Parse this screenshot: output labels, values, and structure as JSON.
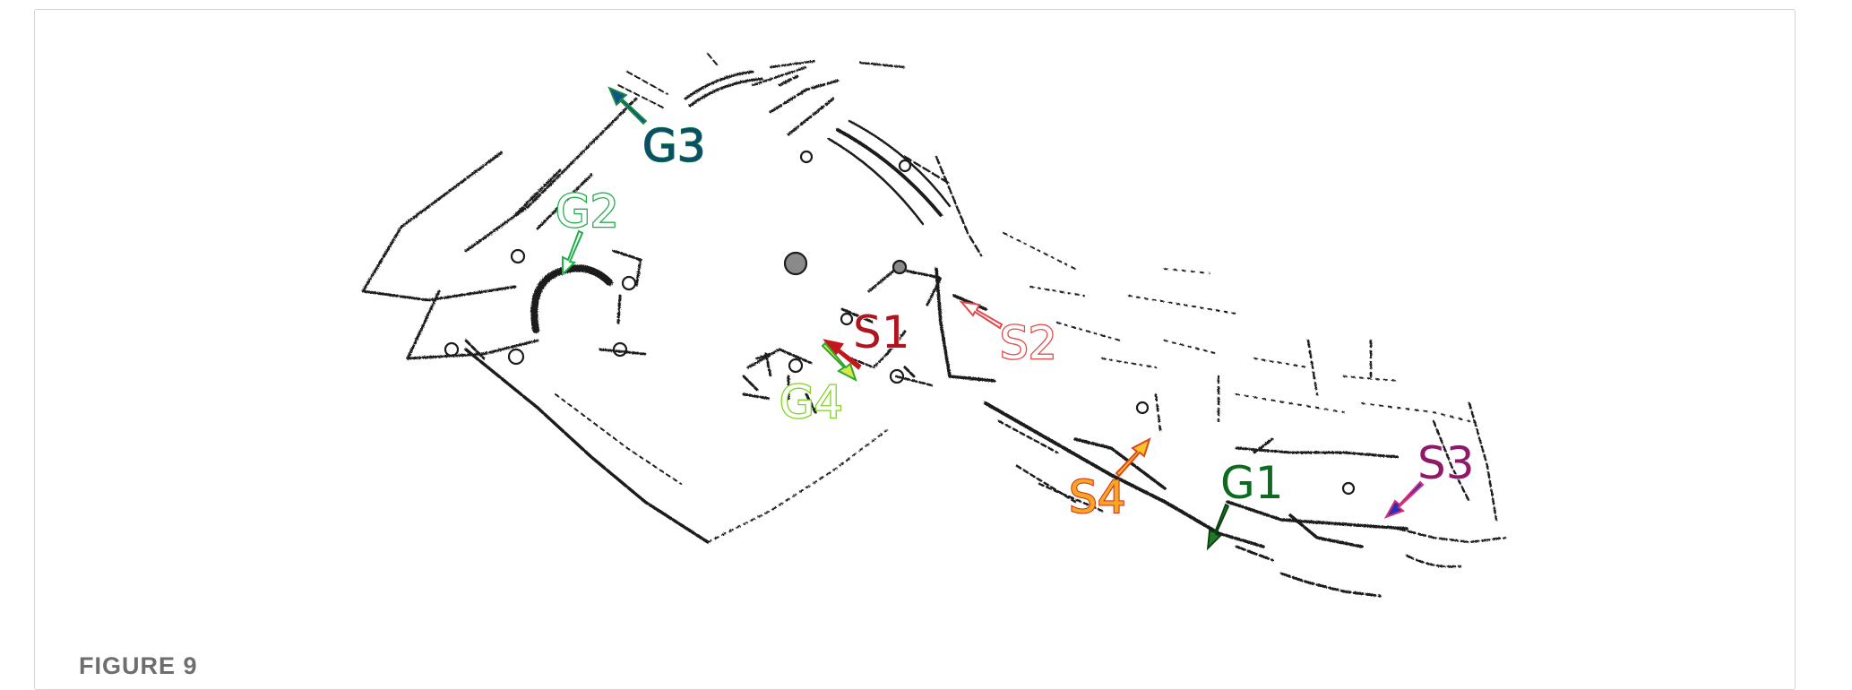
{
  "figure": {
    "caption_label": "FIGURE 9"
  },
  "markers": [
    {
      "id": "G1",
      "label": "G1",
      "fill": "#0d6b1f",
      "stroke": "#ffffff",
      "arrow_color": "#1f7a26",
      "arrow_stroke": "#0a3d10"
    },
    {
      "id": "G2",
      "label": "G2",
      "fill": "#ffffff",
      "stroke": "#1fae4a",
      "arrow_color": "#ffffff",
      "arrow_stroke": "#1fae4a"
    },
    {
      "id": "G3",
      "label": "G3",
      "fill": "#0c4d6b",
      "stroke": "#0c7a3a",
      "arrow_color": "#10558a",
      "arrow_stroke": "#1a8c3a"
    },
    {
      "id": "G4",
      "label": "G4",
      "fill": "#ffffff",
      "stroke": "#7ed321",
      "arrow_color": "#d8e84a",
      "arrow_stroke": "#2fa82f"
    },
    {
      "id": "S1",
      "label": "S1",
      "fill": "#b0141e",
      "stroke": "#ffffff",
      "arrow_color": "#c4161c",
      "arrow_stroke": "#c4161c"
    },
    {
      "id": "S2",
      "label": "S2",
      "fill": "#ffffff",
      "stroke": "#e24a4a",
      "arrow_color": "#ffffff",
      "arrow_stroke": "#e24a4a"
    },
    {
      "id": "S3",
      "label": "S3",
      "fill": "#8e1a6a",
      "stroke": "#ffffff",
      "arrow_color": "#2b2fb8",
      "arrow_stroke": "#d4307a"
    },
    {
      "id": "S4",
      "label": "S4",
      "fill": "#f5a623",
      "stroke": "#d0291a",
      "arrow_color": "#f7c52a",
      "arrow_stroke": "#e0451c"
    }
  ],
  "colors": {
    "wall": "#1c1c1c",
    "pillar_fill": "#8a8a8a",
    "frame_border": "#d4d4d4",
    "caption": "#6e6e6e"
  }
}
